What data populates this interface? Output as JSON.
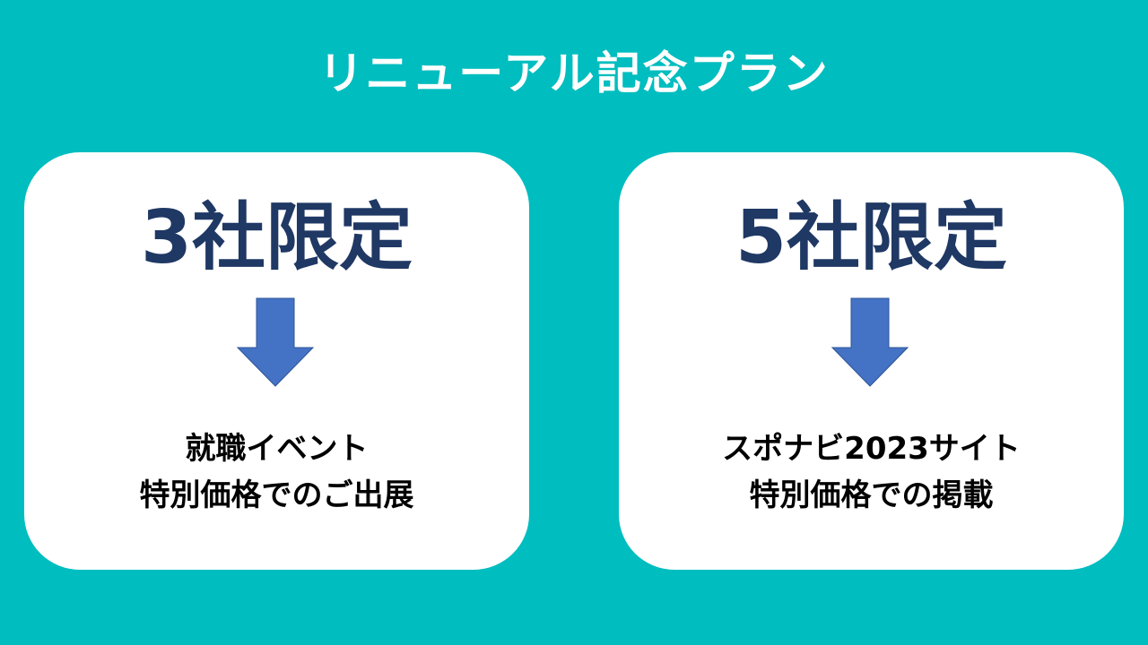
{
  "title": "リニューアル記念プラン",
  "colors": {
    "background": "#00BDBF",
    "heading": "#1F3864",
    "arrow": "#4472C4"
  },
  "plans": [
    {
      "heading": "3社限定",
      "icon": "arrow-down-icon",
      "lines": [
        "就職イベント",
        "特別価格でのご出展"
      ]
    },
    {
      "heading": "5社限定",
      "icon": "arrow-down-icon",
      "lines": [
        "スポナビ2023サイト",
        "特別価格での掲載"
      ]
    }
  ]
}
